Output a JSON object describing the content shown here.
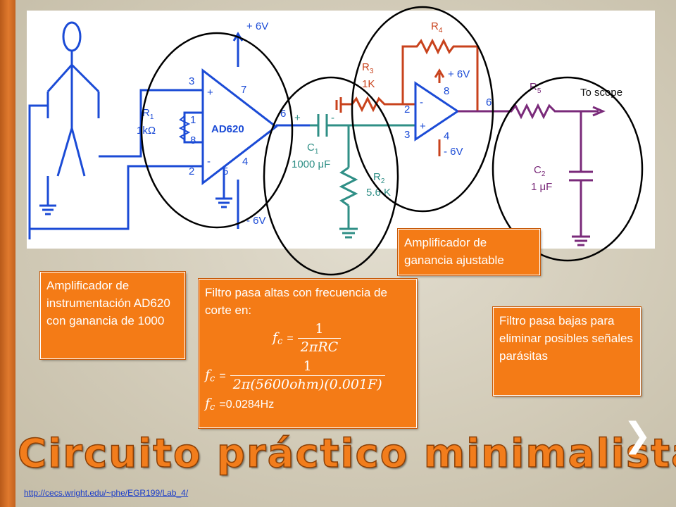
{
  "slide": {
    "title": "Circuito práctico minimalista",
    "source_url": "http://cecs.wright.edu/~phe/EGR199/Lab_4/",
    "next_glyph": "❯"
  },
  "circuit": {
    "supply_pos": "+ 6V",
    "supply_neg": "- 6V",
    "ad620_label": "AD620",
    "r1_name": "R",
    "r1_sub": "1",
    "r1_value": "1kΩ",
    "pins_ad620": [
      "3",
      "7",
      "1",
      "8",
      "6",
      "2",
      "5",
      "4"
    ],
    "sign_plus": "+",
    "sign_minus": "-",
    "c1_name": "C",
    "c1_sub": "1",
    "c1_value": "1000 μF",
    "r2_name": "R",
    "r2_sub": "2",
    "r2_value": "5.6 K",
    "r3_name": "R",
    "r3_sub": "3",
    "r3_value": "1K",
    "r4_name": "R",
    "r4_sub": "4",
    "opamp_pins": [
      "8",
      "2",
      "3",
      "4",
      "6"
    ],
    "opamp_supply_pos": "+ 6V",
    "opamp_supply_neg": "- 6V",
    "r5_name": "R",
    "r5_sub": "5",
    "to_scope": "To scope",
    "c2_name": "C",
    "c2_sub": "2",
    "c2_value": "1 μF"
  },
  "callouts": {
    "instrumentation": "Amplificador de instrumentación AD620 con ganancia de 1000",
    "adjustable_gain": "Amplificador de ganancia ajustable",
    "low_pass": "Filtro pasa bajas para eliminar posibles señales parásitas",
    "high_pass_intro": "Filtro pasa altas con frecuencia de corte en:",
    "fc_symbol": "f",
    "fc_sub": "c",
    "eq_sign": "=",
    "eq1_num": "1",
    "eq1_den": "2πRC",
    "eq2_num": "1",
    "eq2_den": "2π(5600ohm)(0.001F)",
    "eq3_result": "0.0284Hz"
  },
  "colors": {
    "callout_bg": "#f47b16",
    "title_orange": "#f27d1c",
    "wire_blue": "#1b4bd6",
    "wire_teal": "#2f8f86",
    "wire_red": "#c8421c",
    "wire_purple": "#7a2a7a"
  }
}
